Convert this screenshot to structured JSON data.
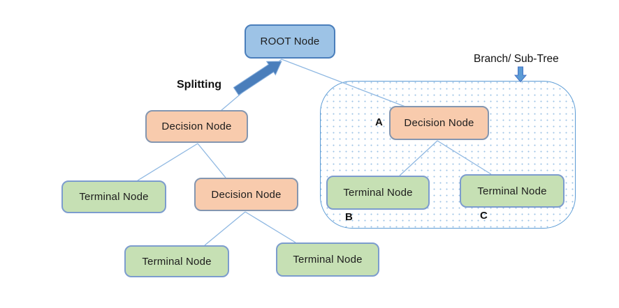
{
  "diagram": {
    "type": "decision-tree",
    "nodes": {
      "root": {
        "label": "ROOT Node",
        "kind": "root"
      },
      "decision_left": {
        "label": "Decision Node",
        "kind": "decision"
      },
      "terminal_left": {
        "label": "Terminal Node",
        "kind": "terminal"
      },
      "decision_mid": {
        "label": "Decision Node",
        "kind": "decision"
      },
      "terminal_mid": {
        "label": "Terminal Node",
        "kind": "terminal"
      },
      "terminal_right": {
        "label": "Terminal Node",
        "kind": "terminal"
      },
      "subtree_decision": {
        "label": "Decision Node",
        "kind": "decision"
      },
      "subtree_terminal_b": {
        "label": "Terminal Node",
        "kind": "terminal"
      },
      "subtree_terminal_c": {
        "label": "Terminal Node",
        "kind": "terminal"
      }
    },
    "annotations": {
      "splitting_label": "Splitting",
      "branch_label": "Branch/ Sub-Tree",
      "node_a_label": "A",
      "node_b_label": "B",
      "node_c_label": "C"
    },
    "colors": {
      "root_fill": "#9DC3E6",
      "root_border": "#4A7EBB",
      "decision_fill": "#F8CBAD",
      "decision_border": "#8496B0",
      "terminal_fill": "#C6E0B4",
      "terminal_border": "#7C9CCE",
      "connector_line": "#8FB8E2",
      "splitting_arrow": "#4A7EBB",
      "branch_arrow": "#5B9BD5",
      "subtree_border": "#5B9BD5",
      "subtree_dots": "#9DC3E6",
      "text": "#1C1C1C"
    }
  }
}
